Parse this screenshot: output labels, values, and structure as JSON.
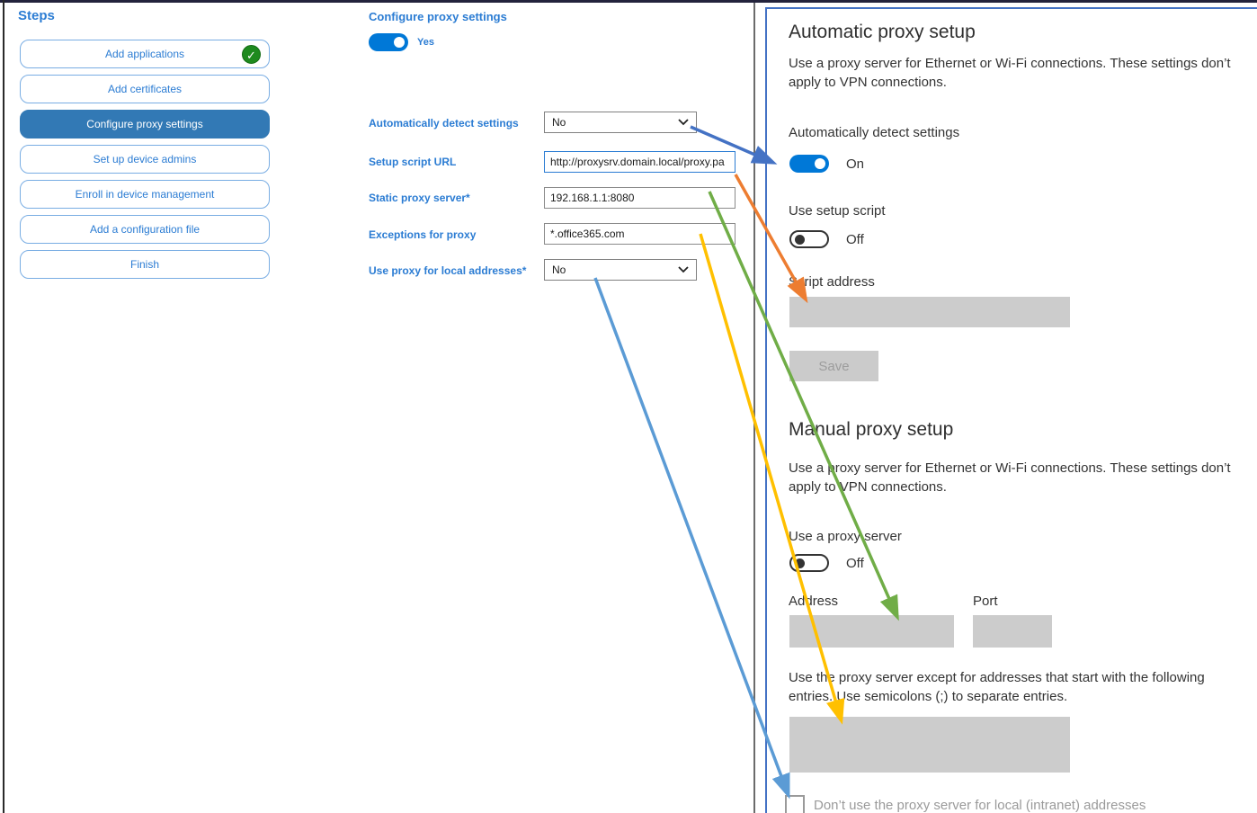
{
  "steps": {
    "title": "Steps",
    "items": [
      {
        "label": "Add applications",
        "status": "completed"
      },
      {
        "label": "Add certificates",
        "status": "normal"
      },
      {
        "label": "Configure proxy settings",
        "status": "selected"
      },
      {
        "label": "Set up device admins",
        "status": "normal"
      },
      {
        "label": "Enroll in device management",
        "status": "normal"
      },
      {
        "label": "Add a configuration file",
        "status": "normal"
      },
      {
        "label": "Finish",
        "status": "normal"
      }
    ]
  },
  "form": {
    "title": "Configure proxy settings",
    "enabled_toggle": {
      "state": "on",
      "label": "Yes"
    },
    "fields": [
      {
        "label": "Automatically detect settings",
        "value": "No",
        "type": "select"
      },
      {
        "label": "Setup script URL",
        "value": "http://proxysrv.domain.local/proxy.pa",
        "type": "text"
      },
      {
        "label": "Static proxy server*",
        "value": "192.168.1.1:8080",
        "type": "text"
      },
      {
        "label": "Exceptions for proxy",
        "value": "*.office365.com",
        "type": "text"
      },
      {
        "label": "Use proxy for local addresses*",
        "value": "No",
        "type": "select"
      }
    ]
  },
  "settings": {
    "automatic": {
      "heading": "Automatic proxy setup",
      "description": "Use a proxy server for Ethernet or Wi-Fi connections. These settings don’t apply to VPN connections.",
      "detect_label": "Automatically detect settings",
      "detect_state": "On",
      "script_label": "Use setup script",
      "script_state": "Off",
      "script_address_label": "Script address",
      "save_label": "Save"
    },
    "manual": {
      "heading": "Manual proxy setup",
      "description": "Use a proxy server for Ethernet or Wi-Fi connections. These settings don’t apply to VPN connections.",
      "proxy_label": "Use a proxy server",
      "proxy_state": "Off",
      "address_label": "Address",
      "port_label": "Port",
      "exceptions_description": "Use the proxy server except for addresses that start with the following entries. Use semicolons (;) to separate entries.",
      "local_checkbox_label": "Don’t use the proxy server for local (intranet) addresses"
    }
  },
  "arrows": [
    {
      "name": "detect-settings-mapping",
      "color": "#4472C4"
    },
    {
      "name": "setup-script-url-mapping",
      "color": "#ED7D31"
    },
    {
      "name": "static-proxy-mapping",
      "color": "#70AD47"
    },
    {
      "name": "exceptions-mapping",
      "color": "#FFC000"
    },
    {
      "name": "local-addresses-mapping",
      "color": "#5B9BD5"
    }
  ],
  "colors": {
    "accent_blue": "#2B7CD3",
    "selected_step_bg": "#3279B5",
    "toggle_on": "#0078D7",
    "completed_green": "#1E8A1E",
    "disabled_box": "#CCCCCC",
    "disabled_text": "#9B9B9B",
    "panel_border": "#4472C4"
  }
}
